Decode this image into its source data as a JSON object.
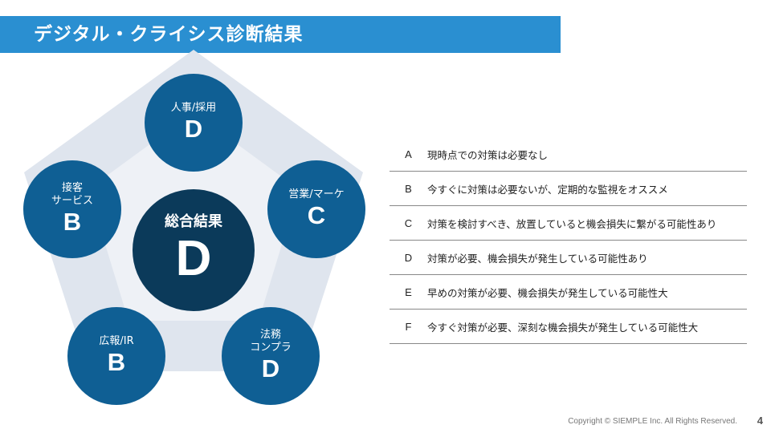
{
  "title": "デジタル・クライシス診断結果",
  "center": {
    "label": "総合結果",
    "grade": "D"
  },
  "categories": [
    {
      "label": "人事/採用",
      "grade": "D"
    },
    {
      "label": "営業/マーケ",
      "grade": "C"
    },
    {
      "label": "法務\nコンプラ",
      "grade": "D"
    },
    {
      "label": "広報/IR",
      "grade": "B"
    },
    {
      "label": "接客\nサービス",
      "grade": "B"
    }
  ],
  "legend": [
    {
      "key": "A",
      "desc": "現時点での対策は必要なし"
    },
    {
      "key": "B",
      "desc": "今すぐに対策は必要ないが、定期的な監視をオススメ"
    },
    {
      "key": "C",
      "desc": "対策を検討すべき、放置していると機会損失に繋がる可能性あり"
    },
    {
      "key": "D",
      "desc": "対策が必要、機会損失が発生している可能性あり"
    },
    {
      "key": "E",
      "desc": "早めの対策が必要、機会損失が発生している可能性大"
    },
    {
      "key": "F",
      "desc": "今すぐ対策が必要、深刻な機会損失が発生している可能性大"
    }
  ],
  "footer": "Copyright © SIEMPLE Inc. All Rights Reserved.",
  "page_number": "4",
  "colors": {
    "title_bar": "#2a8fd1",
    "circle": "#0f5f94",
    "center_circle": "#0b3a5a",
    "pentagon": "#dfe5ee"
  }
}
